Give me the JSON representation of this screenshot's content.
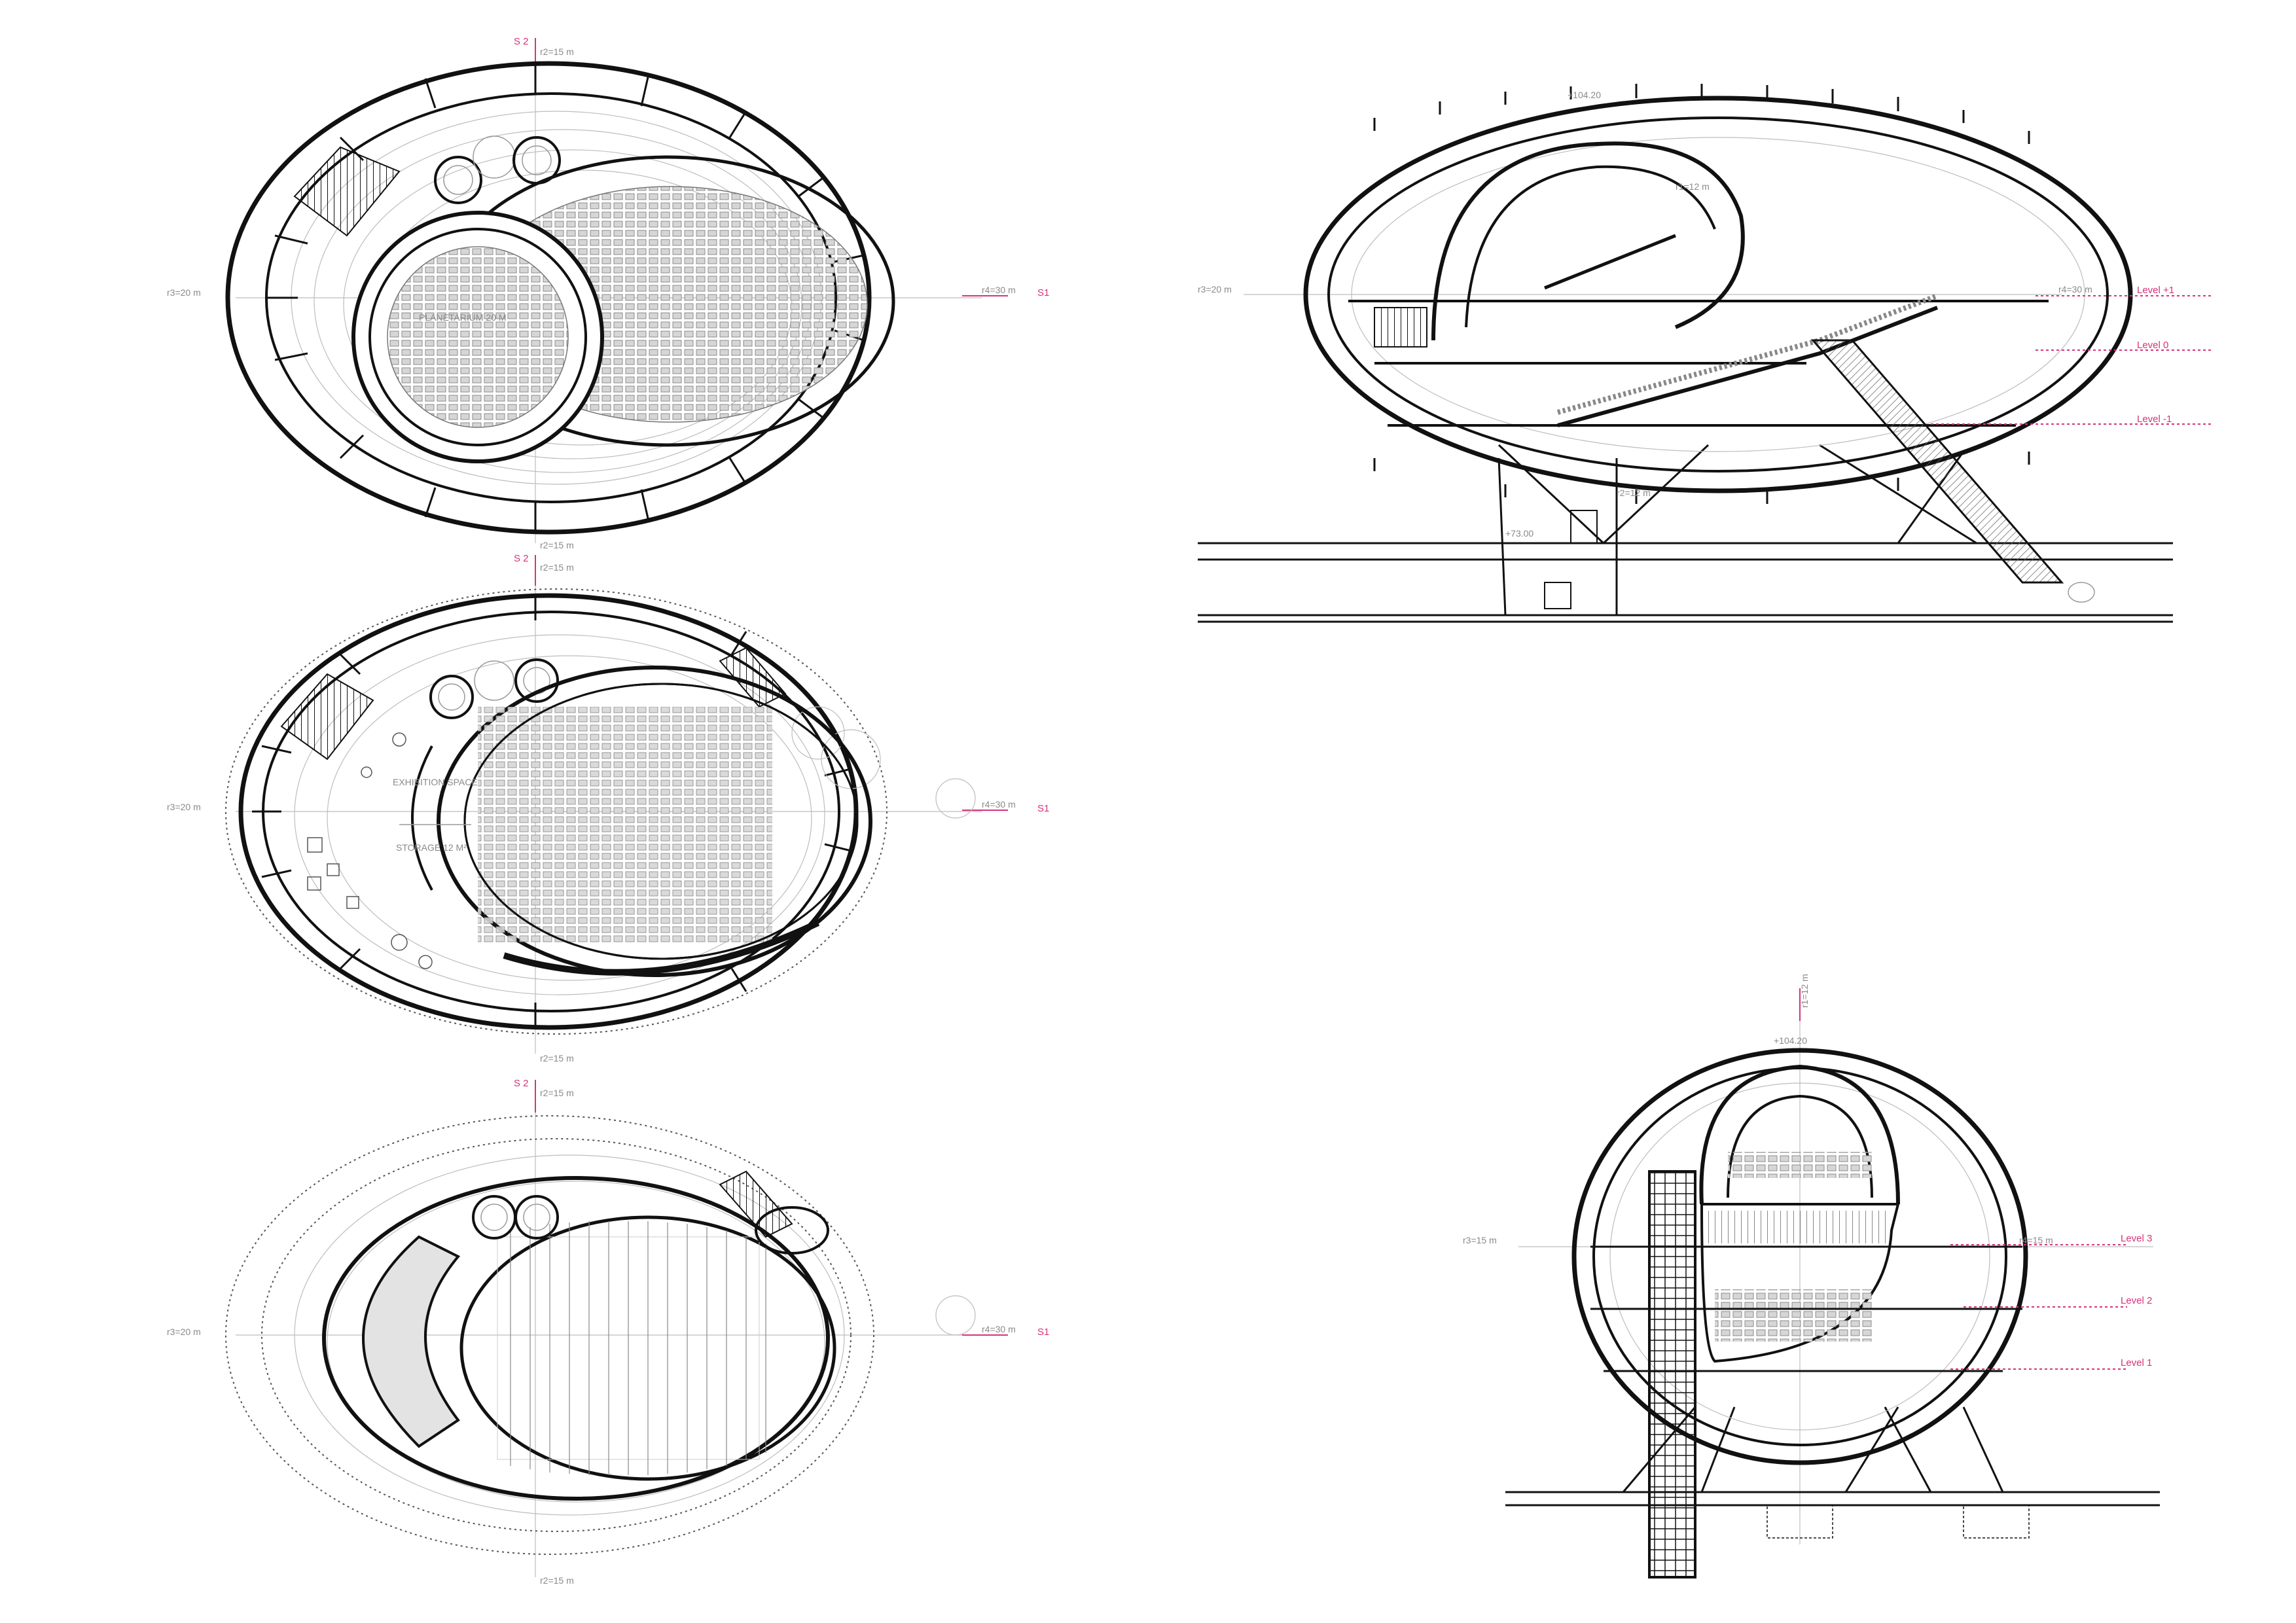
{
  "plan_1": {
    "radius_top": "r2=15 m",
    "radius_bottom": "r2=15 m",
    "radius_left": "r3=20 m",
    "radius_right": "r4=30 m",
    "section_top": "S 2",
    "section_right": "S1",
    "room_label": "PLANETARIUM 20 M"
  },
  "plan_2": {
    "radius_top": "r2=15 m",
    "radius_bottom": "r2=15 m",
    "radius_left": "r3=20 m",
    "radius_right": "r4=30 m",
    "section_top": "S 2",
    "section_right": "S1",
    "room_label_1": "EXHIBITION SPACE",
    "room_label_2": "STORAGE 12 M²"
  },
  "plan_3": {
    "radius_top": "r2=15 m",
    "radius_bottom": "r2=15 m",
    "radius_left": "r3=20 m",
    "radius_right": "r4=30 m",
    "section_top": "S 2",
    "section_right": "S1"
  },
  "section_1": {
    "elevation_top": "+104.20",
    "elevation_ground": "+73.00",
    "radius_left": "r3=20 m",
    "radius_right": "r4=30 m",
    "radius_bottom": "r2=12 m",
    "radius_inner": "r1=12 m",
    "level_labels": [
      "Level +1",
      "Level 0",
      "Level -1"
    ]
  },
  "section_2": {
    "elevation_top": "+104.20",
    "radius_left": "r3=15 m",
    "radius_right": "r4=15 m",
    "radius_top": "r1=12 m",
    "level_labels": [
      "Level 3",
      "Level 2",
      "Level 1"
    ]
  }
}
